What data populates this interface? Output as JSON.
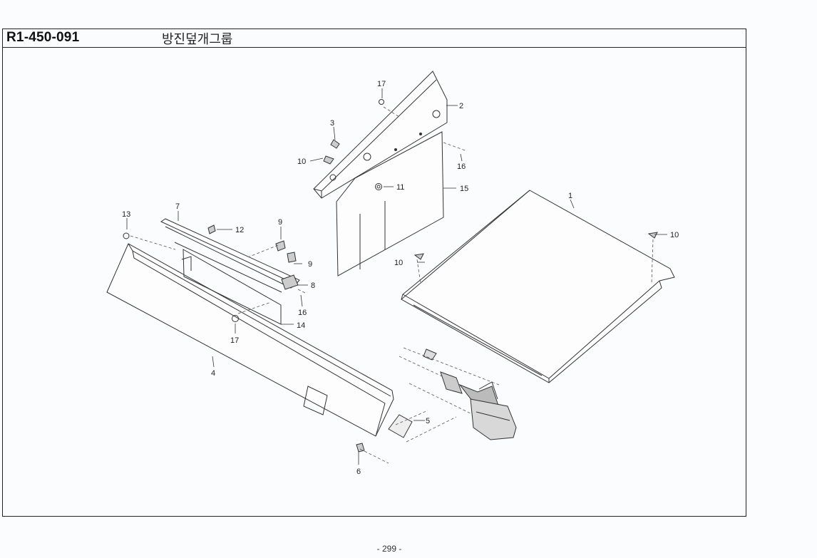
{
  "header": {
    "part_code": "R1-450-091",
    "group_name": "방진덮개그룹"
  },
  "callouts": {
    "c1": "1",
    "c2": "2",
    "c3": "3",
    "c4": "4",
    "c5": "5",
    "c6": "6",
    "c7": "7",
    "c8": "8",
    "c9a": "9",
    "c9b": "9",
    "c10a": "10",
    "c10b": "10",
    "c10c": "10",
    "c11": "11",
    "c12": "12",
    "c13": "13",
    "c14": "14",
    "c15": "15",
    "c16a": "16",
    "c16b": "16",
    "c17a": "17",
    "c17b": "17"
  },
  "footer": {
    "page_number": "- 299 -"
  }
}
